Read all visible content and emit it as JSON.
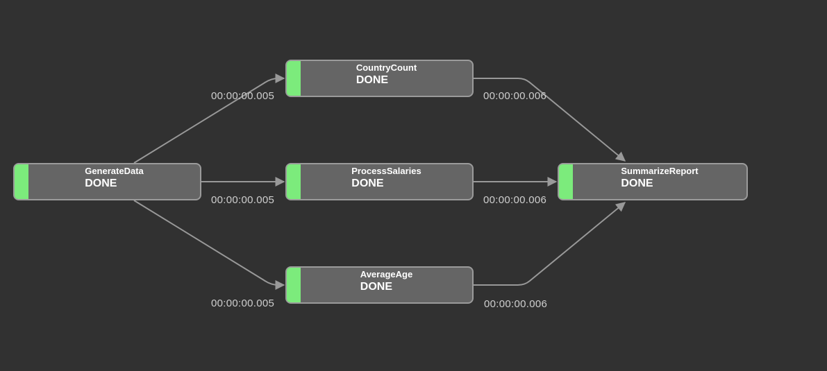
{
  "app": {
    "view": "workflow-dag-status-graph",
    "background_color": "#313131"
  },
  "colors": {
    "node_fill": "#656565",
    "node_border": "#9b9b9b",
    "status_done_green": "#7ceb7c",
    "edge_line": "#999999",
    "edge_label_text": "#cfcfcf",
    "node_text": "#ffffff"
  },
  "nodes": [
    {
      "id": "GenerateData",
      "title": "GenerateData",
      "status": "DONE"
    },
    {
      "id": "CountryCount",
      "title": "CountryCount",
      "status": "DONE"
    },
    {
      "id": "ProcessSalaries",
      "title": "ProcessSalaries",
      "status": "DONE"
    },
    {
      "id": "AverageAge",
      "title": "AverageAge",
      "status": "DONE"
    },
    {
      "id": "SummarizeReport",
      "title": "SummarizeReport",
      "status": "DONE"
    }
  ],
  "edges": [
    {
      "from": "GenerateData",
      "to": "CountryCount",
      "label": "00:00:00.005"
    },
    {
      "from": "GenerateData",
      "to": "ProcessSalaries",
      "label": "00:00:00.005"
    },
    {
      "from": "GenerateData",
      "to": "AverageAge",
      "label": "00:00:00.005"
    },
    {
      "from": "CountryCount",
      "to": "SummarizeReport",
      "label": "00:00:00.006"
    },
    {
      "from": "ProcessSalaries",
      "to": "SummarizeReport",
      "label": "00:00:00.006"
    },
    {
      "from": "AverageAge",
      "to": "SummarizeReport",
      "label": "00:00:00.006"
    }
  ]
}
